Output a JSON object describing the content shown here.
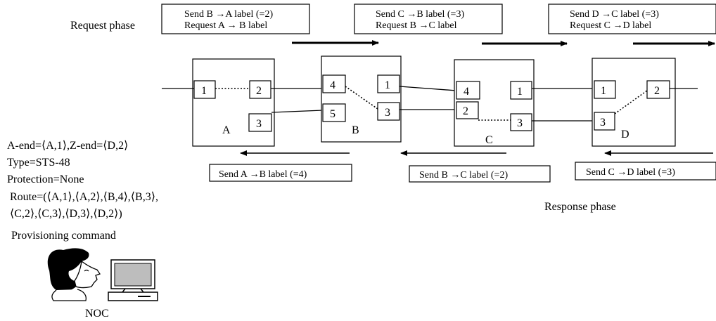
{
  "request_phase_label": "Request phase",
  "response_phase_label": "Response phase",
  "request_boxes": [
    {
      "line1": "Send B →A label (=2)",
      "line2": "Request A → B label"
    },
    {
      "line1": "Send C →B label (=3)",
      "line2": "Request B →C label"
    },
    {
      "line1": "Send D →C label (=3)",
      "line2": "Request C →D label"
    }
  ],
  "response_boxes": [
    "Send A →B label (=4)",
    "Send B →C label (=2)",
    "Send C →D label (=3)"
  ],
  "nodes": {
    "A": {
      "name": "A",
      "ports": [
        "1",
        "2",
        "3"
      ]
    },
    "B": {
      "name": "B",
      "ports": [
        "4",
        "5",
        "1",
        "3"
      ]
    },
    "C": {
      "name": "C",
      "ports": [
        "4",
        "2",
        "1",
        "3"
      ]
    },
    "D": {
      "name": "D",
      "ports": [
        "1",
        "2",
        "3"
      ]
    }
  },
  "command": {
    "line1": "A-end=⟨A,1⟩,Z-end=⟨D,2⟩",
    "line2": "Type=STS-48",
    "line3": "Protection=None",
    "line4": "Route=(⟨A,1⟩,⟨A,2⟩,⟨B,4⟩,⟨B,3⟩,",
    "line5": "⟨C,2⟩,⟨C,3⟩,⟨D,3⟩,⟨D,2⟩)",
    "title": "Provisioning command"
  },
  "noc_label": "NOC",
  "icons": {
    "operator": "person-icon",
    "computer": "computer-icon"
  }
}
